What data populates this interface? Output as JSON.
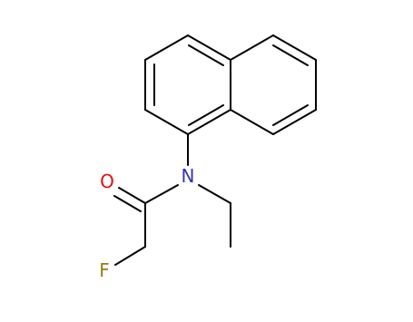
{
  "molecule": {
    "atom_labels": {
      "nitrogen": "N",
      "oxygen": "O",
      "fluorine": "F"
    },
    "colors": {
      "bond": "#000000",
      "nitrogen": "#3333bb",
      "oxygen": "#e01010",
      "fluorine": "#9a7a10"
    }
  }
}
